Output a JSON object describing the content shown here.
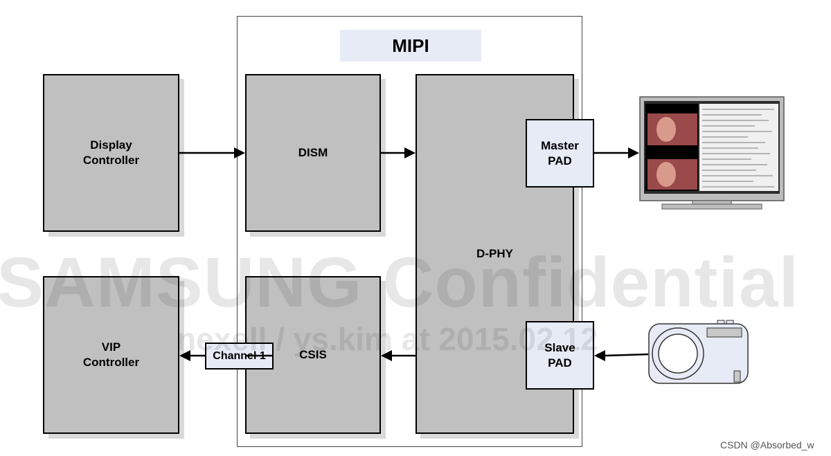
{
  "diagram": {
    "mipi_title": "MIPI",
    "blocks": {
      "display_controller": "Display\nController",
      "vip_controller": "VIP\nController",
      "dism": "DISM",
      "csis": "CSIS",
      "dphy": "D-PHY",
      "master_pad": "Master\nPAD",
      "slave_pad": "Slave\nPAD",
      "channel1": "Channel 1"
    },
    "icons": [
      "monitor-icon",
      "camera-icon"
    ]
  },
  "watermark": {
    "line1": "SAMSUNG Confidential",
    "line2": "nexell / ys.kim at 2015.02.12"
  },
  "credit": "CSDN @Absorbed_w"
}
